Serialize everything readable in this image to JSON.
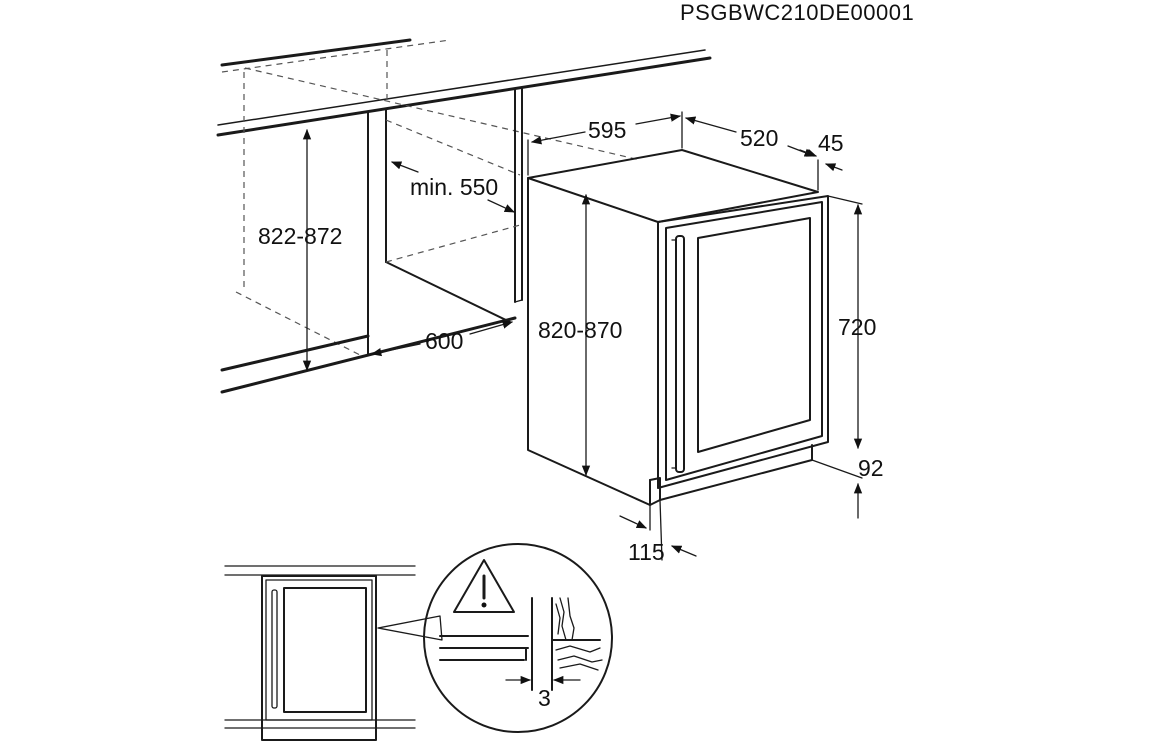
{
  "drawing_code": "PSGBWC210DE00001",
  "dimensions": {
    "width_595": "595",
    "depth_520": "520",
    "door_offset_45": "45",
    "niche_depth_min_550": "min. 550",
    "niche_height_822_872": "822-872",
    "niche_width_600": "600",
    "appliance_height_820_870": "820-870",
    "door_height_720": "720",
    "plinth_92": "92",
    "plinth_depth_115": "115",
    "gap_3": "3"
  },
  "icons": {
    "warning": "warning-triangle-icon"
  },
  "colors": {
    "line": "#1a1a1a",
    "background": "#ffffff"
  }
}
